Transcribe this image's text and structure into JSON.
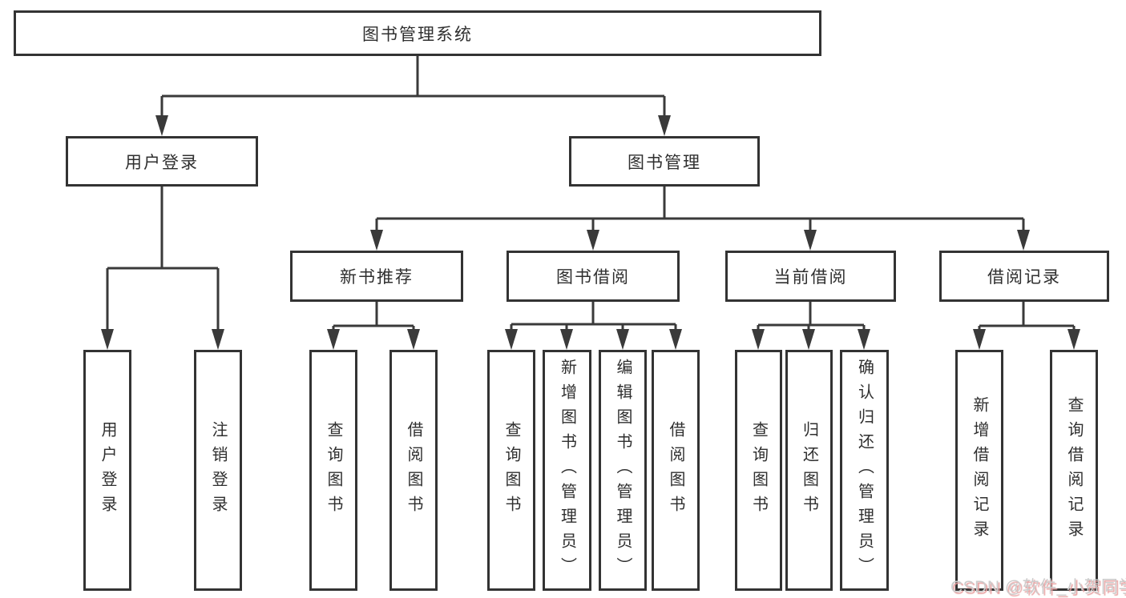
{
  "tree": {
    "label": "图书管理系统",
    "children": [
      {
        "label": "用户登录",
        "children": [
          {
            "label": "用户登录"
          },
          {
            "label": "注销登录"
          }
        ]
      },
      {
        "label": "图书管理",
        "children": [
          {
            "label": "新书推荐",
            "children": [
              {
                "label": "查询图书"
              },
              {
                "label": "借阅图书"
              }
            ]
          },
          {
            "label": "图书借阅",
            "children": [
              {
                "label": "查询图书"
              },
              {
                "label": "新增图书（管理员）"
              },
              {
                "label": "编辑图书（管理员）"
              },
              {
                "label": "借阅图书"
              }
            ]
          },
          {
            "label": "当前借阅",
            "children": [
              {
                "label": "查询图书"
              },
              {
                "label": "归还图书"
              },
              {
                "label": "确认归还（管理员）"
              }
            ]
          },
          {
            "label": "借阅记录",
            "children": [
              {
                "label": "新增借阅记录"
              },
              {
                "label": "查询借阅记录"
              }
            ]
          }
        ]
      }
    ]
  },
  "watermark": "CSDN @软件_小贺同学",
  "colors": {
    "line": "#3a3a3a",
    "border": "#333333",
    "text": "#2f2f2f",
    "background": "#ffffff",
    "watermark_text": "#cccccc",
    "watermark_shadow": "#e8a0a0"
  }
}
